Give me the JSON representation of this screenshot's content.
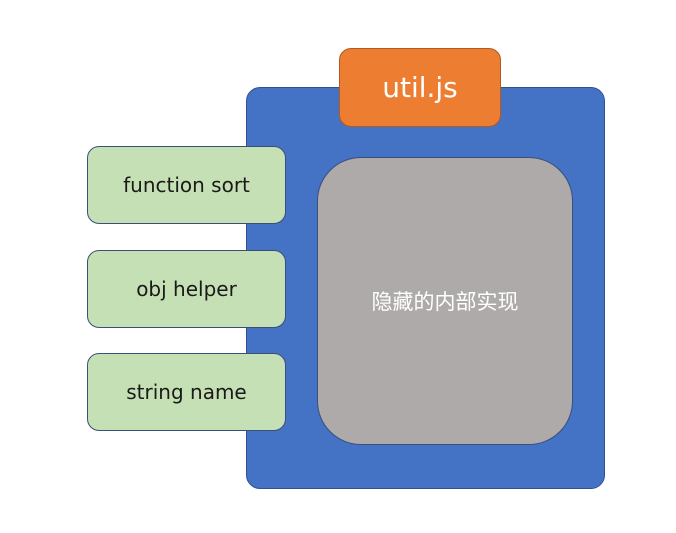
{
  "module": {
    "title": "util.js",
    "hidden_label": "隐藏的内部实现"
  },
  "exports": [
    "function sort",
    "obj helper",
    "string name"
  ],
  "colors": {
    "module_fill": "#4472c4",
    "title_fill": "#ed7d31",
    "hidden_fill": "#aeaaaa",
    "export_fill": "#c5e0b4"
  }
}
